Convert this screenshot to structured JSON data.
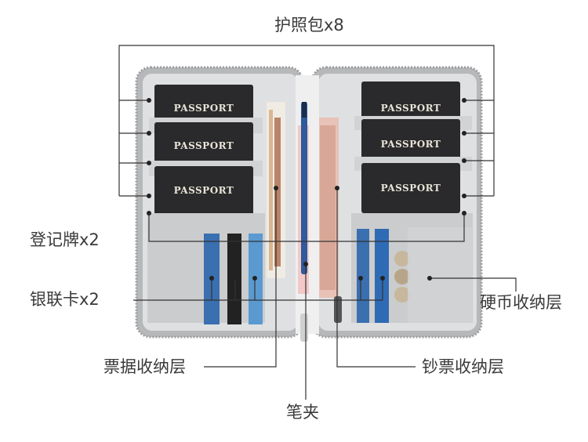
{
  "labels": {
    "passport_holder": "护照包x8",
    "boarding_card": "登记牌x2",
    "unionpay_card": "银联卡x2",
    "receipt_pocket": "票据收纳层",
    "pen_clip": "笔夹",
    "cash_pocket": "钞票收纳层",
    "coin_pocket": "硬币收纳层"
  },
  "passport_text": "PASSPORT",
  "colors": {
    "case_border": "#a9aaac",
    "case_inner": "#d8d9db",
    "pocket": "#c9cacc",
    "passport": "#2a2a2c",
    "pen": "#2f5a9c",
    "pen_clip": "#f3c8c8",
    "line": "#333333"
  }
}
